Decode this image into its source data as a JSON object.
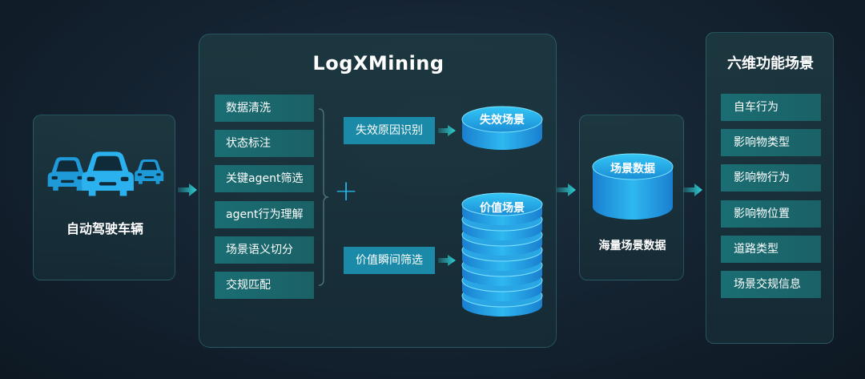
{
  "vehicle": {
    "label": "自动驾驶车辆"
  },
  "main": {
    "title": "LogXMining",
    "steps": [
      "数据清洗",
      "状态标注",
      "关键agent筛选",
      "agent行为理解",
      "场景语义切分",
      "交规匹配"
    ],
    "plus": "+",
    "filters": {
      "failure": "失效原因识别",
      "value": "价值瞬间筛选"
    },
    "outputs": {
      "failure": "失效场景",
      "value": "价值场景"
    }
  },
  "data": {
    "cylinder_label": "场景数据",
    "caption": "海量场景数据"
  },
  "scenes": {
    "title": "六维功能场景",
    "items": [
      "自车行为",
      "影响物类型",
      "影响物行为",
      "影响物位置",
      "道路类型",
      "场景交规信息"
    ]
  },
  "colors": {
    "background": "#142230",
    "accent_blue": "#26b4e6",
    "arrow_teal": "#2ed1d6",
    "item_teal": "#1a6e73",
    "filter_blue": "#1a8aa8"
  },
  "icons": [
    "car-icon",
    "arrow-right-icon",
    "plus-icon",
    "database-icon"
  ]
}
